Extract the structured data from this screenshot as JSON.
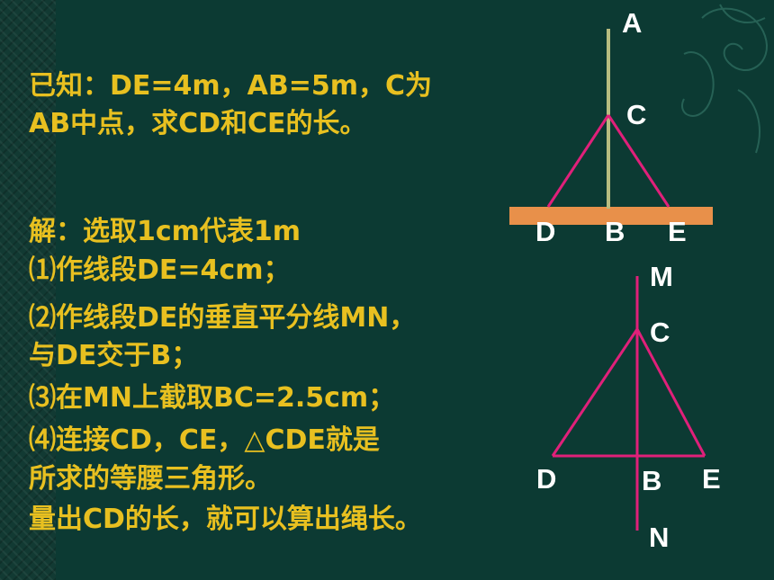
{
  "given": {
    "line1": "已知：DE=4m，AB=5m，C为",
    "line2": "AB中点，求CD和CE的长。"
  },
  "solution": {
    "lines": [
      "解：选取1cm代表1m",
      "⑴作线段DE=4cm；",
      "⑵作线段DE的垂直平分线MN，",
      "与DE交于B；",
      "⑶在MN上截取BC=2.5cm；",
      "⑷连接CD，CE，△CDE就是",
      "所求的等腰三角形。",
      "量出CD的长，就可以算出绳长。"
    ]
  },
  "figure_top": {
    "labels": {
      "A": "A",
      "C": "C",
      "D": "D",
      "B": "B",
      "E": "E"
    }
  },
  "figure_bottom": {
    "labels": {
      "M": "M",
      "C": "C",
      "D": "D",
      "B": "B",
      "E": "E",
      "N": "N"
    }
  },
  "colors": {
    "text": "#e8c020",
    "labels": "#ffffff",
    "lines": "#e0207a",
    "ground": "#e8904a",
    "pole": "#b8bc80",
    "background": "#0c3a33"
  }
}
